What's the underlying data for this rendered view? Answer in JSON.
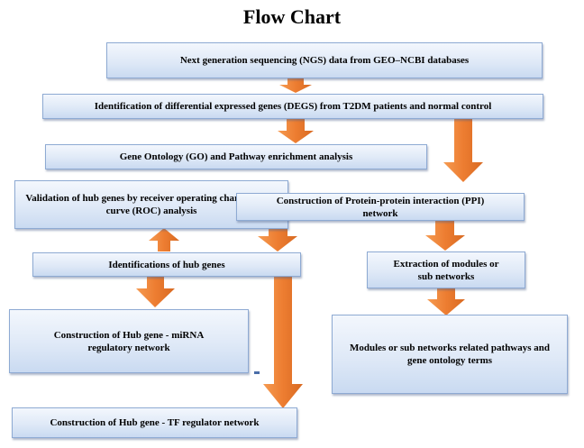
{
  "title": "Flow Chart",
  "boxes": {
    "ngs": "Next generation sequencing (NGS) data from GEO–NCBI databases",
    "degs": "Identification of differential expressed genes (DEGS) from T2DM patients and normal control",
    "go": "Gene Ontology (GO) and Pathway enrichment analysis",
    "roc": "Validation of hub genes by receiver operating characteristic curve (ROC) analysis",
    "ppi": "Construction of Protein-protein interaction (PPI) network",
    "hub": "Identifications of hub genes",
    "modules": "Extraction of modules or sub networks",
    "mirna": "Construction of Hub gene - miRNA regulatory network",
    "pathways": "Modules or sub networks related pathways and gene ontology terms",
    "tf": "Construction of Hub gene - TF regulator network"
  },
  "colors": {
    "box_border": "#8eaad3",
    "box_fill_top": "#f3f7fd",
    "box_fill_bottom": "#c9daf1",
    "arrow": "#ed7d31"
  }
}
